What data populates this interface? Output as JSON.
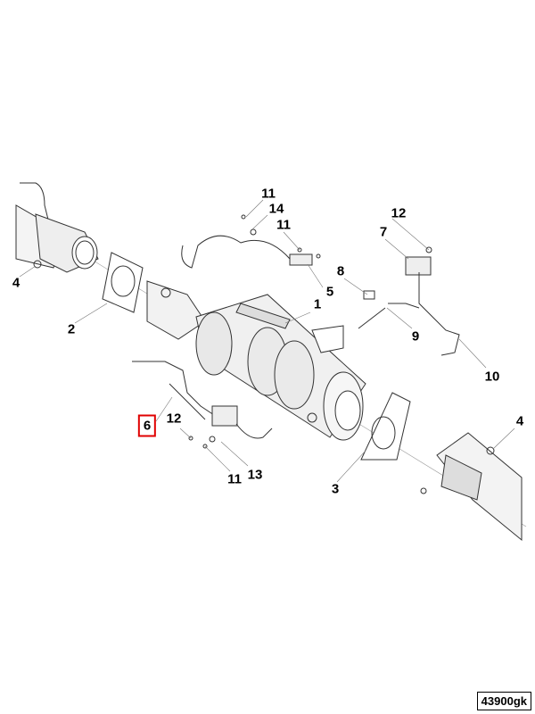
{
  "diagram": {
    "callouts": [
      {
        "id": "11a",
        "label": "11"
      },
      {
        "id": "14",
        "label": "14"
      },
      {
        "id": "11b",
        "label": "11"
      },
      {
        "id": "12a",
        "label": "12"
      },
      {
        "id": "7",
        "label": "7"
      },
      {
        "id": "8",
        "label": "8"
      },
      {
        "id": "5",
        "label": "5"
      },
      {
        "id": "1",
        "label": "1"
      },
      {
        "id": "4a",
        "label": "4"
      },
      {
        "id": "2",
        "label": "2"
      },
      {
        "id": "9",
        "label": "9"
      },
      {
        "id": "10",
        "label": "10"
      },
      {
        "id": "6",
        "label": "6",
        "highlighted": true
      },
      {
        "id": "12b",
        "label": "12"
      },
      {
        "id": "11c",
        "label": "11"
      },
      {
        "id": "13",
        "label": "13"
      },
      {
        "id": "3",
        "label": "3"
      },
      {
        "id": "4b",
        "label": "4"
      }
    ],
    "reference_code": "43900gk",
    "highlight_color": "#e00000"
  }
}
